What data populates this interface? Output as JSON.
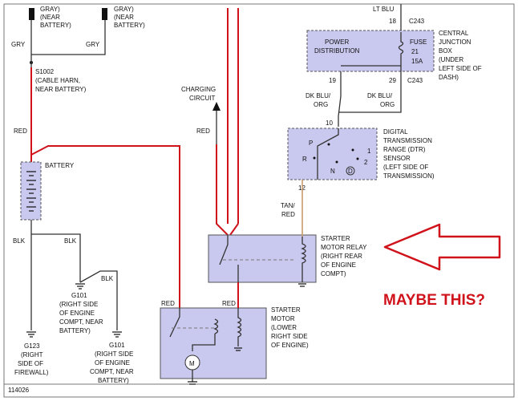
{
  "frame_id": "114026",
  "connectors": {
    "gray_left": [
      "GRAY)",
      "(NEAR",
      "BATTERY)"
    ],
    "gray_right": [
      "GRAY)",
      "(NEAR",
      "BATTERY)"
    ]
  },
  "wires": {
    "gry_left": "GRY",
    "gry_right": "GRY",
    "red_top": "RED",
    "red_center": "RED",
    "red_motor_left": "RED",
    "red_motor_right": "RED",
    "blk_1": "BLK",
    "blk_2": "BLK",
    "blk_3": "BLK",
    "lt_blu": "LT BLU",
    "dk_blu_left": [
      "DK BLU/",
      "ORG"
    ],
    "dk_blu_right": [
      "DK BLU/",
      "ORG"
    ],
    "tan_red": [
      "TAN/",
      "RED"
    ]
  },
  "splice": [
    "S1002",
    "(CABLE HARN,",
    "NEAR BATTERY)"
  ],
  "battery": "BATTERY",
  "charging_circuit": [
    "CHARGING",
    "CIRCUIT"
  ],
  "grounds": {
    "g101_a": [
      "G101",
      "(RIGHT SIDE",
      "OF ENGINE",
      "COMPT, NEAR",
      "BATTERY)"
    ],
    "g101_b": [
      "G101",
      "(RIGHT SIDE",
      "OF ENGINE",
      "COMPT, NEAR",
      "BATTERY)"
    ],
    "g123": [
      "G123",
      "(RIGHT",
      "SIDE OF",
      "FIREWALL)"
    ]
  },
  "junction_box": {
    "name": [
      "CENTRAL",
      "JUNCTION",
      "BOX",
      "(UNDER",
      "LEFT SIDE OF",
      "DASH)"
    ],
    "inner": [
      "POWER",
      "DISTRIBUTION"
    ],
    "fuse": [
      "FUSE",
      "21",
      "15A"
    ],
    "pin_18": "18",
    "pin_19": "19",
    "pin_29": "29",
    "conn_top": "C243",
    "conn_bottom": "C243"
  },
  "dtr_sensor": {
    "name": [
      "DIGITAL",
      "TRANSMISSION",
      "RANGE (DTR)",
      "SENSOR",
      "(LEFT SIDE OF",
      "TRANSMISSION)"
    ],
    "p": "P",
    "r": "R",
    "n": "N",
    "d": "D",
    "one": "1",
    "two": "2",
    "pin_10": "10",
    "pin_12": "12"
  },
  "relay": [
    "STARTER",
    "MOTOR RELAY",
    "(RIGHT REAR",
    "OF ENGINE",
    "COMPT)"
  ],
  "motor": {
    "name": [
      "STARTER",
      "MOTOR",
      "(LOWER",
      "RIGHT SIDE",
      "OF ENGINE)"
    ],
    "symbol": "M"
  },
  "annotation": "MAYBE THIS?",
  "colors": {
    "red_wire": "#d0121b",
    "component_fill": "#c9c8ee"
  }
}
